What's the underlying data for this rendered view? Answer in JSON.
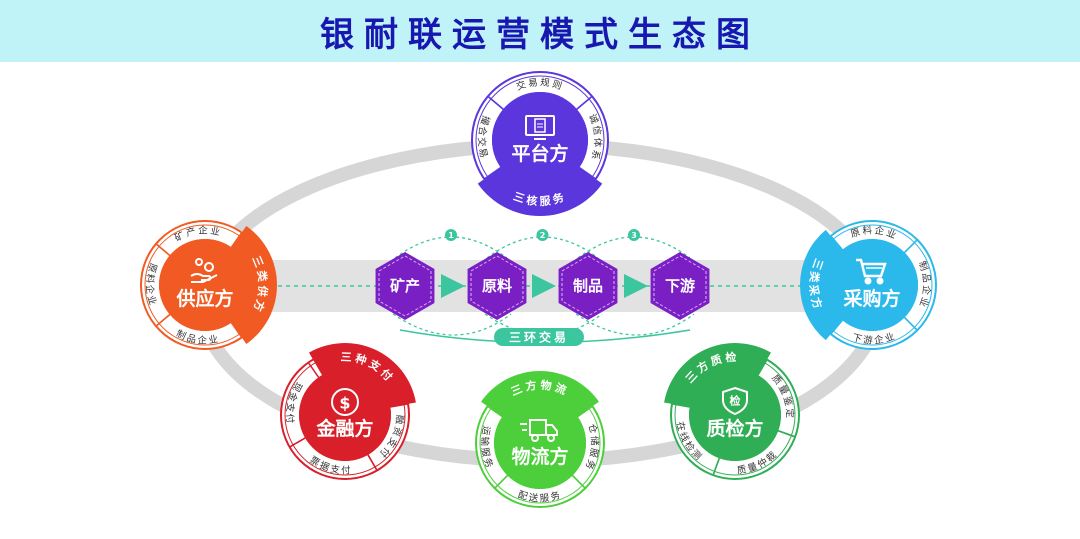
{
  "title": "银耐联运营模式生态图",
  "colors": {
    "title": "#1818b0",
    "band": "#bff3f8",
    "ellipse": "#d6d6d6",
    "hexagon": "#7a1fc4",
    "flow": "#3cc6a0"
  },
  "nodes": {
    "platform": {
      "label": "平台方",
      "icon": "monitor-document-icon",
      "color": "#5a36dc",
      "banner": "三核服务",
      "segments": [
        "交易规则",
        "诚信体系",
        "撮合交易"
      ]
    },
    "supplier": {
      "label": "供应方",
      "icon": "hand-coins-icon",
      "color": "#f15a22",
      "banner": "三类供方",
      "segments": [
        "矿产企业",
        "原料企业",
        "制品企业"
      ]
    },
    "buyer": {
      "label": "采购方",
      "icon": "shopping-cart-icon",
      "color": "#2bb8ea",
      "banner": "三类采方",
      "segments": [
        "原料企业",
        "制品企业",
        "下游企业"
      ]
    },
    "finance": {
      "label": "金融方",
      "icon": "dollar-coin-icon",
      "color": "#d81f2a",
      "banner": "三种支付",
      "segments": [
        "现金支付",
        "融资支付",
        "票据支付"
      ]
    },
    "logistics": {
      "label": "物流方",
      "icon": "delivery-truck-icon",
      "color": "#4ccf3a",
      "banner": "三方物流",
      "segments": [
        "运输服务",
        "仓储服务",
        "配送服务"
      ]
    },
    "quality": {
      "label": "质检方",
      "icon": "shield-check-icon",
      "color": "#2fae55",
      "banner": "三方质检",
      "segments": [
        "质量鉴定",
        "质量仲裁",
        "在线检测"
      ],
      "shield_text": "检"
    }
  },
  "flow": {
    "stages": [
      "矿产",
      "原料",
      "制品",
      "下游"
    ],
    "steps": [
      "1",
      "2",
      "3"
    ],
    "loop_label": "三环交易"
  }
}
